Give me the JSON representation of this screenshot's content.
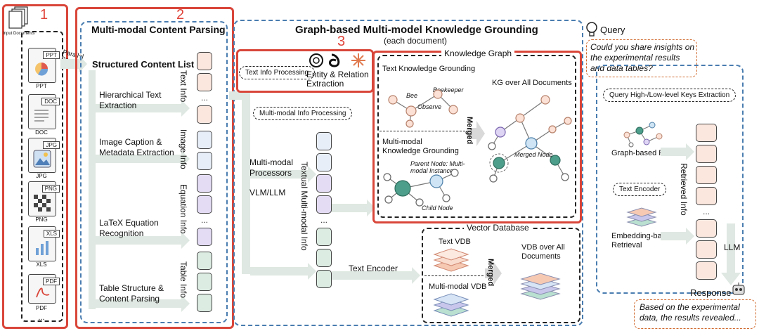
{
  "section1": {
    "number": "1",
    "header_label": "Input Documents",
    "parallel_label": "Parallel Parsing",
    "files": [
      {
        "tag": "PPT",
        "name": "PPT"
      },
      {
        "tag": "DOC",
        "name": "DOC"
      },
      {
        "tag": "JPG",
        "name": "JPG"
      },
      {
        "tag": "PNG",
        "name": "PNG"
      },
      {
        "tag": "XLS",
        "name": "XLS"
      },
      {
        "tag": "PDF",
        "name": "PDF"
      }
    ],
    "more": "..."
  },
  "section2": {
    "number": "2",
    "title": "Multi-modal Content Parsing",
    "list_title": "Structured Content List",
    "steps": [
      "Hierarchical Text Extraction",
      "Image Caption & Metadata Extraction",
      "LaTeX Equation Recognition",
      "Table Structure & Content Parsing"
    ],
    "infos": [
      "Text Info",
      "Image Info",
      "Equation Info",
      "Table Info"
    ],
    "dots": "..."
  },
  "section3": {
    "number": "3",
    "title": "Graph-based Multi-model Knowledge Grounding",
    "subtitle": "(each document)",
    "text_info_processing": "Text Info Processing",
    "entity_relation": "Entity & Relation Extraction",
    "mm_info_processing": "Multi-modal Info Processing",
    "mm_processors": "Multi-modal Processors",
    "vlm_llm": "VLM/LLM",
    "textual_mm_info": "Textual Multi-modal Info",
    "dots": "...",
    "text_encoder": "Text Encoder",
    "kg_title": "Knowledge Graph",
    "text_kg": "Text Knowledge Grounding",
    "bee": "Bee",
    "beekeeper": "Beekeeper",
    "observe": "Observe",
    "mm_kg": "Multi-modal Knowledge Grounding",
    "parent_node": "Parent Node: Multi-modal Instance",
    "child_node": "Child Node",
    "merged": "Merged",
    "kg_all": "KG over All Documents",
    "merged_node": "Merged Node",
    "vdb_title": "Vector Database",
    "text_vdb": "Text VDB",
    "mm_vdb": "Multi-modal VDB",
    "vdb_all": "VDB over All Documents"
  },
  "query": {
    "label": "Query",
    "text": "Could you share insights on the experimental results and data tables?",
    "keys_extraction": "Query High-/Low-level Keys Extraction",
    "graph_retrieval": "Graph-based Retrieval",
    "text_encoder": "Text Encoder",
    "embedding_retrieval": "Embedding-based Retrieval",
    "retrieved_info": "Retrieved Info",
    "dots": "...",
    "llm": "LLM",
    "response_label": "Response",
    "response_text": "Based on the experimental data, the results revealed..."
  }
}
